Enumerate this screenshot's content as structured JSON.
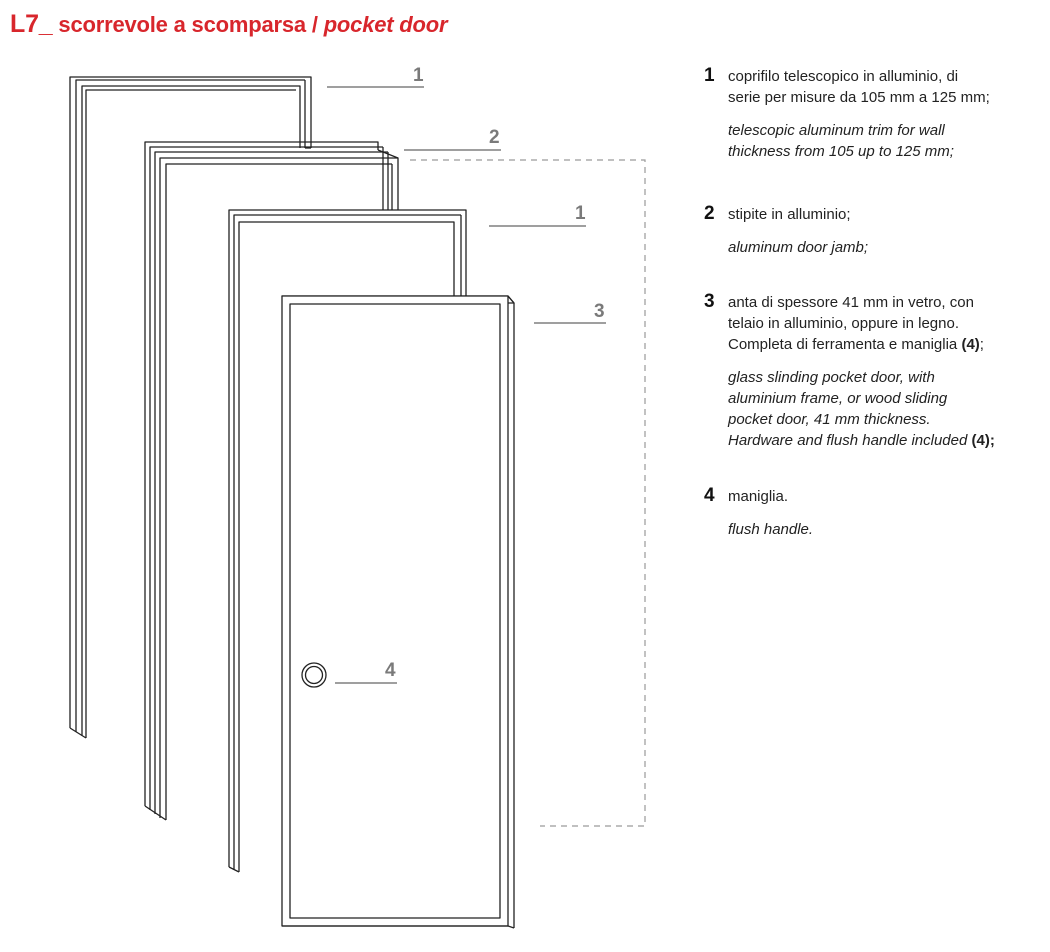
{
  "title": {
    "code": "L7_",
    "it": "scorrevole a scomparsa /",
    "en": "pocket door"
  },
  "callouts": [
    "1",
    "2",
    "1",
    "3",
    "4"
  ],
  "legend": [
    {
      "num": "1",
      "it_lines": [
        "coprifilo telescopico in alluminio, di",
        "serie per misure da 105 mm a 125 mm;"
      ],
      "en_lines": [
        "telescopic aluminum trim for wall",
        "thickness from 105 up to 125 mm;"
      ]
    },
    {
      "num": "2",
      "it_lines": [
        "stipite in alluminio;"
      ],
      "en_lines": [
        "aluminum door jamb;"
      ]
    },
    {
      "num": "3",
      "it_lines": [
        "anta di spessore 41 mm in vetro, con",
        "telaio in alluminio, oppure in legno.",
        "Completa di ferramenta e maniglia"
      ],
      "it_ref": "(4)",
      "it_ref_suffix": ";",
      "en_lines": [
        "glass slinding pocket door, with",
        "aluminium frame, or wood sliding",
        "pocket door, 41 mm thickness.",
        "Hardware and flush handle included"
      ],
      "en_ref": "(4)",
      "en_ref_suffix": ";"
    },
    {
      "num": "4",
      "it_lines": [
        "maniglia."
      ],
      "en_lines": [
        "flush handle."
      ]
    }
  ],
  "colors": {
    "accent": "#d8262c",
    "callout": "#7a7a7a",
    "line": "#222222"
  }
}
